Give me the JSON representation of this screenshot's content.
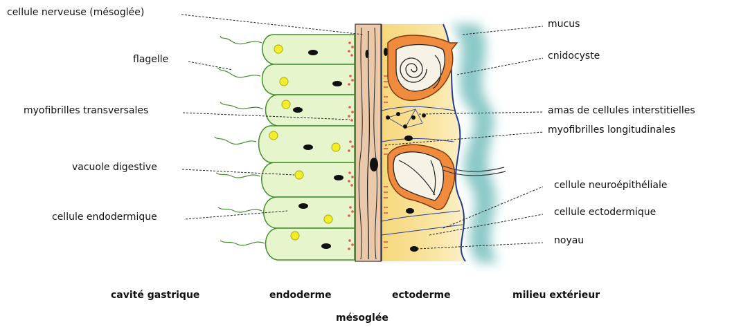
{
  "labels_left": {
    "cellule_nerveuse": "cellule nerveuse (mésoglée)",
    "flagelle": "flagelle",
    "myofibrilles_transversales": "myofibrilles transversales",
    "vacuole_digestive": "vacuole digestive",
    "cellule_endodermique": "cellule endodermique"
  },
  "labels_right": {
    "mucus": "mucus",
    "cnidocyste": "cnidocyste",
    "amas": "amas de cellules interstitielles",
    "myofibrilles_longitudinales": "myofibrilles longitudinales",
    "cellule_neuroepitheliale": "cellule neuroépithéliale",
    "cellule_ectodermique": "cellule ectodermique",
    "noyau": "noyau"
  },
  "zones": {
    "cavite": "cavité gastrique",
    "endoderme": "endoderme",
    "ectoderme": "ectoderme",
    "milieu": "milieu extérieur",
    "mesoglee": "mésoglée"
  },
  "colors": {
    "endoderm_cell": "#e6f5cc",
    "endoderm_outline": "#3f8f2a",
    "mesoglea": "#e9c9a9",
    "ectoderm": "#f7dd8c",
    "cnidocyst": "#f08a3c",
    "mucus": "#2a9d9a",
    "band": "#e84b4b"
  }
}
